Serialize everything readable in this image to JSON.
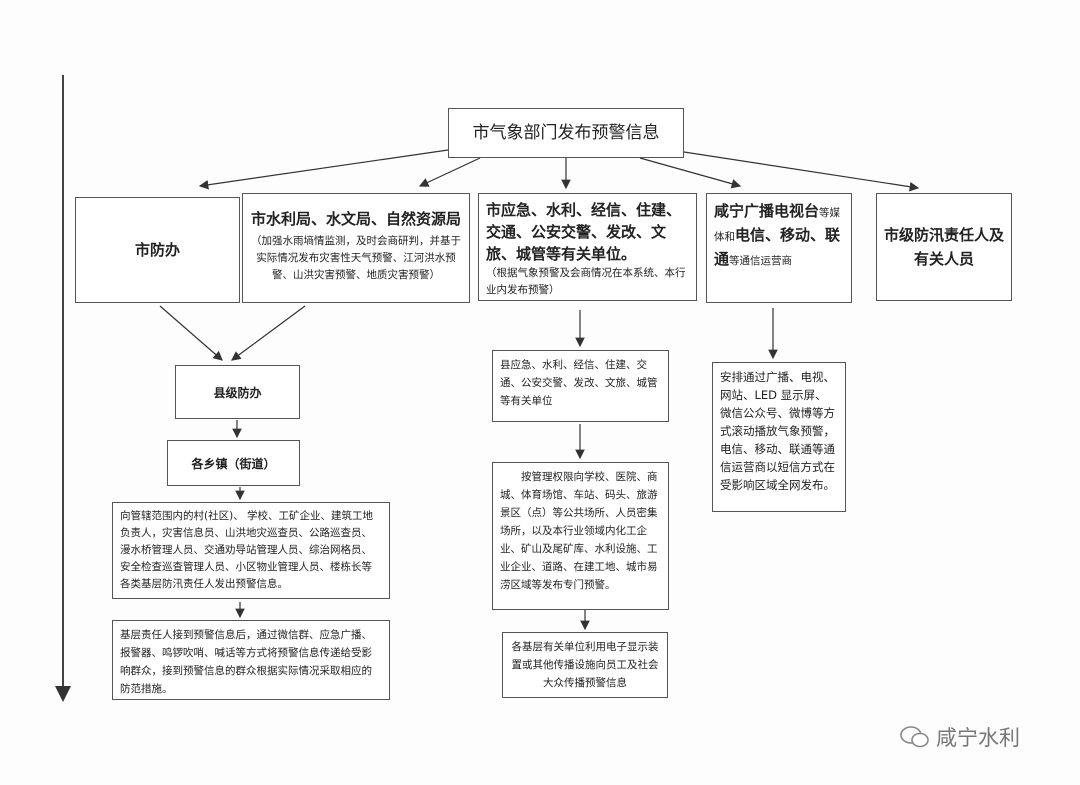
{
  "top": "市气象部门发布预警信息",
  "level2": {
    "city_office": "市防办",
    "water": {
      "title": "市水利局、水文局、自然资源局",
      "note": "（加强水雨墒情监测，及时会商研判，并基于实际情况发布灾害性天气预警、江河洪水预警、山洪灾害预警、地质灾害预警）"
    },
    "emergency": {
      "title": "市应急、水利、经信、住建、交通、公安交警、发改、文旅、城管等有关单位。",
      "note": "（根据气象预警及会商情况在本系统、本行业内发布预警）"
    },
    "media": {
      "t1": "咸宁广播电视台",
      "t2": "等媒体和",
      "t3": "电信、移动、联通",
      "t4": "等通信运营商"
    },
    "responsible": "市级防汛责任人及有关人员"
  },
  "left_chain": {
    "county_office": "县级防办",
    "towns": "各乡镇（街道）",
    "notify": "向管辖范围内的村(社区)、 学校、工矿企业、建筑工地负责人，灾害信息员、山洪地灾巡查员、公路巡查员、漫水桥管理人员、交通劝导站管理人员、综治网格员、安全检查巡查管理人员、小区物业管理人员、楼栋长等各类基层防汛责任人发出预警信息。",
    "grassroots": "基层责任人接到预警信息后，通过微信群、应急广播、报警器、鸣锣吹哨、喊话等方式将预警信息传递给受影响群众，接到预警信息的群众根据实际情况采取相应的防范措施。"
  },
  "middle_chain": {
    "county_units": "县应急、水利、经信、住建、交通、公安交警、发改、文旅、城管等有关单位",
    "special": "按管理权限向学校、医院、商城、体育场馆、车站、码头、旅游景区（点）等公共场所、人员密集场所，以及本行业领域内化工企业、矿山及尾矿库、水利设施、工业企业、道路、在建工地、城市易涝区域等发布专门预警。",
    "display": "各基层有关单位利用电子显示装置或其他传播设施向员工及社会大众传播预警信息"
  },
  "right_chain": {
    "broadcast": "安排通过广播、电视、网站、LED 显示屏、微信公众号、微博等方式滚动播放气象预警，电信、移动、联通等通信运营商以短信方式在受影响区域全网发布。"
  },
  "watermark": "咸宁水利"
}
